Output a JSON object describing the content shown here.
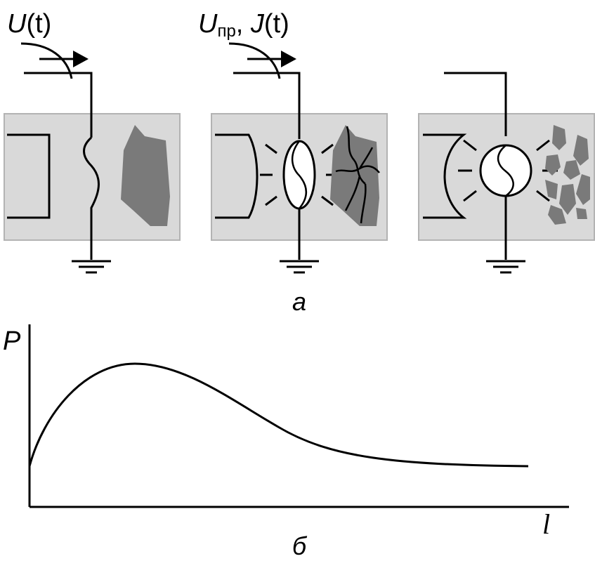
{
  "panel_a": {
    "label": "а",
    "stages": [
      {
        "input_label": "U(t)",
        "input_label_main": "U",
        "input_label_rest": "(t)"
      },
      {
        "input_label": "Uпр, J(t)",
        "label_u": "U",
        "label_sub": "пр",
        "label_rest": ", J(t)",
        "label_j": "J",
        "label_j_rest": "(t)"
      },
      {
        "input_label": ""
      }
    ]
  },
  "panel_b": {
    "label": "б",
    "y_axis_label": "P",
    "x_axis_label": "l"
  },
  "colors": {
    "block_fill": "#d9d9d9",
    "block_border": "#b3b3b3",
    "fragment_fill": "#7a7a7a",
    "line": "#000000"
  }
}
